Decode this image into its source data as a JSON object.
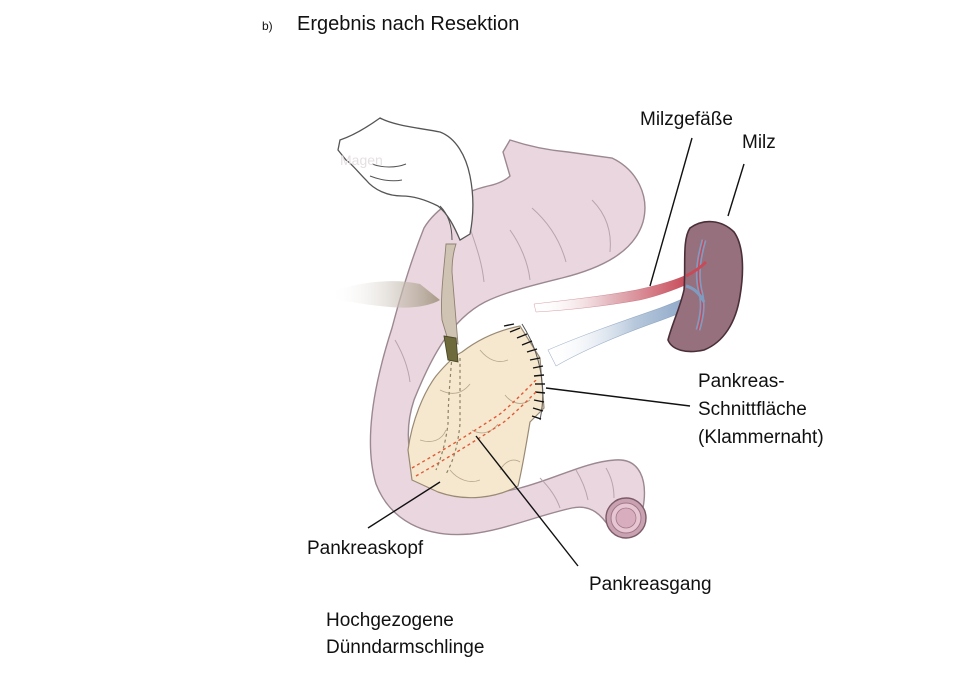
{
  "header": {
    "sub_index": "b)",
    "title": "Ergebnis nach Resektion"
  },
  "labels": {
    "milzgefaesse": "Milzgefäße",
    "milz": "Milz",
    "schnitt_line1": "Pankreas-",
    "schnitt_line2": "Schnittfläche",
    "schnitt_line3": "(Klammernaht)",
    "pankreaskopf": "Pankreaskopf",
    "pankreasgang": "Pankreasgang",
    "schlinge_line1": "Hochgezogene",
    "schlinge_line2": "Dünndarmschlinge",
    "faint_text": "Magen"
  },
  "colors": {
    "bowel": "#ead6de",
    "bowel_stroke": "#9c8890",
    "pancreas": "#f6e8cf",
    "pancreas_stroke": "#9a8a74",
    "spleen": "#96707d",
    "spleen_stroke": "#4a2f38",
    "artery": "#c84a58",
    "vein": "#7f9cc0",
    "duct": "#e05a36",
    "bile": "#6e6a3c",
    "hand": "#ffffff",
    "hand_stroke": "#555555",
    "leader": "#111111"
  },
  "icons": {
    "hand": "hand-holding-icon",
    "staples": "staple-line-icon"
  }
}
